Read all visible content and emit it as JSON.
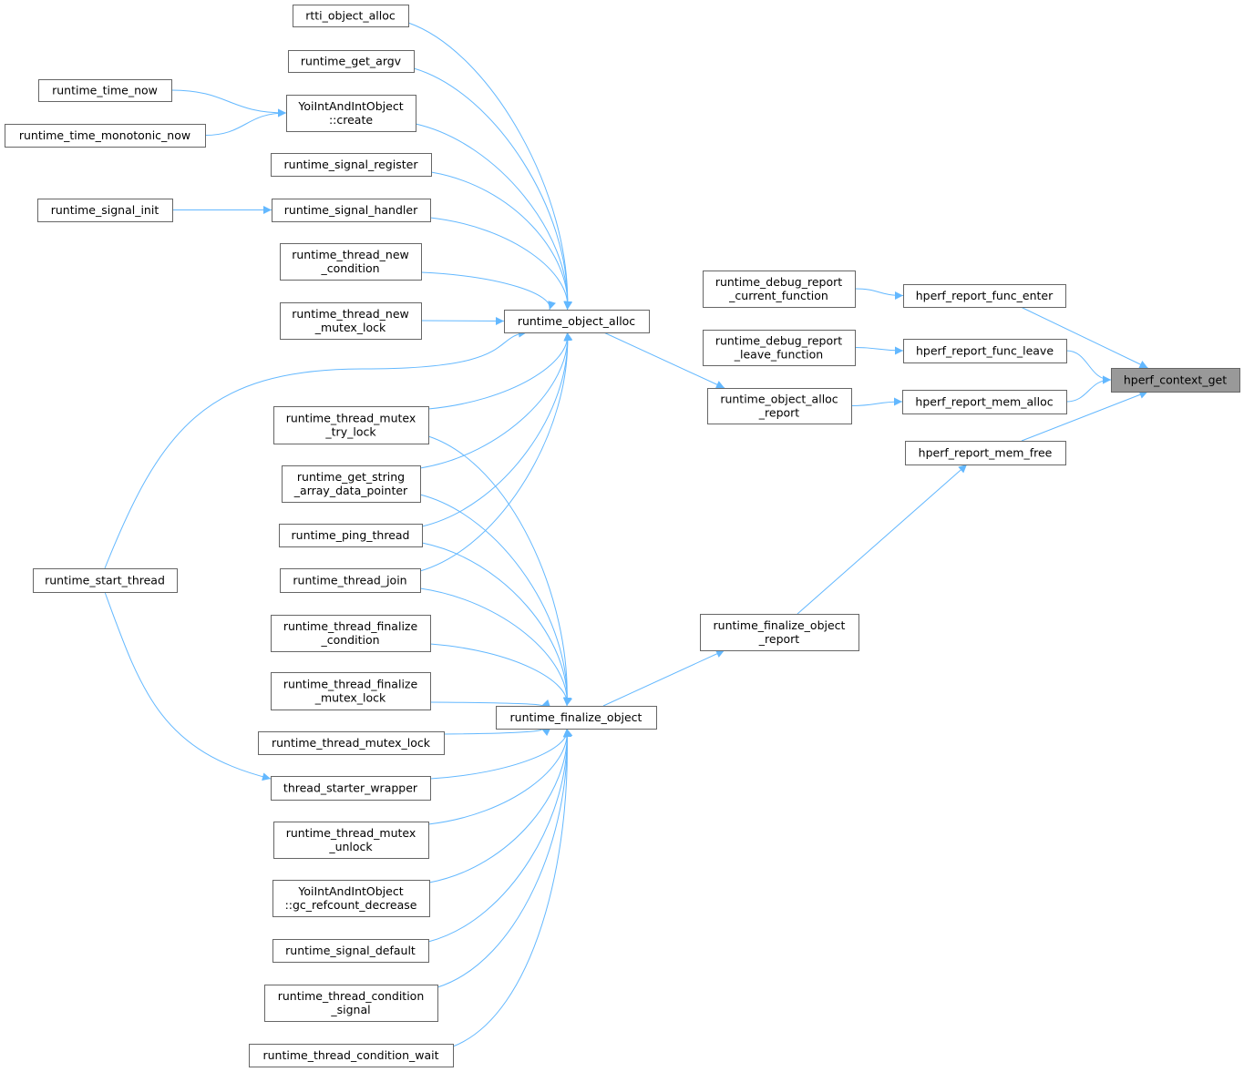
{
  "graph": {
    "title": "hperf_context_get caller graph",
    "colors": {
      "edge": "#63b8ff",
      "node_border": "#666666",
      "highlight_fill": "#999999"
    },
    "nodes": {
      "rtti_object_alloc": [
        "rtti_object_alloc"
      ],
      "runtime_get_argv": [
        "runtime_get_argv"
      ],
      "runtime_time_now": [
        "runtime_time_now"
      ],
      "yoi_create": [
        "YoiIntAndIntObject",
        "::create"
      ],
      "runtime_time_monotonic_now": [
        "runtime_time_monotonic_now"
      ],
      "runtime_signal_register": [
        "runtime_signal_register"
      ],
      "runtime_signal_init": [
        "runtime_signal_init"
      ],
      "runtime_signal_handler": [
        "runtime_signal_handler"
      ],
      "runtime_thread_new_condition": [
        "runtime_thread_new",
        "_condition"
      ],
      "runtime_thread_new_mutex_lock": [
        "runtime_thread_new",
        "_mutex_lock"
      ],
      "runtime_object_alloc": [
        "runtime_object_alloc"
      ],
      "runtime_debug_report_current_function": [
        "runtime_debug_report",
        "_current_function"
      ],
      "hperf_report_func_enter": [
        "hperf_report_func_enter"
      ],
      "runtime_debug_report_leave_function": [
        "runtime_debug_report",
        "_leave_function"
      ],
      "hperf_report_func_leave": [
        "hperf_report_func_leave"
      ],
      "hperf_context_get": [
        "hperf_context_get"
      ],
      "runtime_object_alloc_report": [
        "runtime_object_alloc",
        "_report"
      ],
      "hperf_report_mem_alloc": [
        "hperf_report_mem_alloc"
      ],
      "hperf_report_mem_free": [
        "hperf_report_mem_free"
      ],
      "runtime_thread_mutex_try_lock": [
        "runtime_thread_mutex",
        "_try_lock"
      ],
      "runtime_get_string_array_data_pointer": [
        "runtime_get_string",
        "_array_data_pointer"
      ],
      "runtime_ping_thread": [
        "runtime_ping_thread"
      ],
      "runtime_start_thread": [
        "runtime_start_thread"
      ],
      "runtime_thread_join": [
        "runtime_thread_join"
      ],
      "runtime_thread_finalize_condition": [
        "runtime_thread_finalize",
        "_condition"
      ],
      "runtime_finalize_object_report": [
        "runtime_finalize_object",
        "_report"
      ],
      "runtime_thread_finalize_mutex_lock": [
        "runtime_thread_finalize",
        "_mutex_lock"
      ],
      "runtime_finalize_object": [
        "runtime_finalize_object"
      ],
      "runtime_thread_mutex_lock": [
        "runtime_thread_mutex_lock"
      ],
      "thread_starter_wrapper": [
        "thread_starter_wrapper"
      ],
      "runtime_thread_mutex_unlock": [
        "runtime_thread_mutex",
        "_unlock"
      ],
      "yoi_gc_refcount_decrease": [
        "YoiIntAndIntObject",
        "::gc_refcount_decrease"
      ],
      "runtime_signal_default": [
        "runtime_signal_default"
      ],
      "runtime_thread_condition_signal": [
        "runtime_thread_condition",
        "_signal"
      ],
      "runtime_thread_condition_wait": [
        "runtime_thread_condition_wait"
      ]
    },
    "highlighted": "hperf_context_get",
    "edges": [
      [
        "runtime_time_now",
        "yoi_create"
      ],
      [
        "runtime_time_monotonic_now",
        "yoi_create"
      ],
      [
        "runtime_signal_init",
        "runtime_signal_handler"
      ],
      [
        "rtti_object_alloc",
        "runtime_object_alloc"
      ],
      [
        "runtime_get_argv",
        "runtime_object_alloc"
      ],
      [
        "yoi_create",
        "runtime_object_alloc"
      ],
      [
        "runtime_signal_register",
        "runtime_object_alloc"
      ],
      [
        "runtime_signal_handler",
        "runtime_object_alloc"
      ],
      [
        "runtime_thread_new_condition",
        "runtime_object_alloc"
      ],
      [
        "runtime_thread_new_mutex_lock",
        "runtime_object_alloc"
      ],
      [
        "runtime_start_thread",
        "runtime_object_alloc"
      ],
      [
        "runtime_thread_mutex_try_lock",
        "runtime_object_alloc"
      ],
      [
        "runtime_get_string_array_data_pointer",
        "runtime_object_alloc"
      ],
      [
        "runtime_ping_thread",
        "runtime_object_alloc"
      ],
      [
        "runtime_thread_join",
        "runtime_object_alloc"
      ],
      [
        "runtime_start_thread",
        "thread_starter_wrapper"
      ],
      [
        "runtime_thread_mutex_try_lock",
        "runtime_finalize_object"
      ],
      [
        "runtime_get_string_array_data_pointer",
        "runtime_finalize_object"
      ],
      [
        "runtime_ping_thread",
        "runtime_finalize_object"
      ],
      [
        "runtime_thread_join",
        "runtime_finalize_object"
      ],
      [
        "runtime_thread_finalize_condition",
        "runtime_finalize_object"
      ],
      [
        "runtime_thread_finalize_mutex_lock",
        "runtime_finalize_object"
      ],
      [
        "runtime_thread_mutex_lock",
        "runtime_finalize_object"
      ],
      [
        "thread_starter_wrapper",
        "runtime_finalize_object"
      ],
      [
        "runtime_thread_mutex_unlock",
        "runtime_finalize_object"
      ],
      [
        "yoi_gc_refcount_decrease",
        "runtime_finalize_object"
      ],
      [
        "runtime_signal_default",
        "runtime_finalize_object"
      ],
      [
        "runtime_thread_condition_signal",
        "runtime_finalize_object"
      ],
      [
        "runtime_thread_condition_wait",
        "runtime_finalize_object"
      ],
      [
        "runtime_object_alloc",
        "runtime_object_alloc_report"
      ],
      [
        "runtime_finalize_object",
        "runtime_finalize_object_report"
      ],
      [
        "runtime_debug_report_current_function",
        "hperf_report_func_enter"
      ],
      [
        "runtime_debug_report_leave_function",
        "hperf_report_func_leave"
      ],
      [
        "runtime_object_alloc_report",
        "hperf_report_mem_alloc"
      ],
      [
        "runtime_finalize_object_report",
        "hperf_report_mem_free"
      ],
      [
        "hperf_report_func_enter",
        "hperf_context_get"
      ],
      [
        "hperf_report_func_leave",
        "hperf_context_get"
      ],
      [
        "hperf_report_mem_alloc",
        "hperf_context_get"
      ],
      [
        "hperf_report_mem_free",
        "hperf_context_get"
      ]
    ]
  }
}
